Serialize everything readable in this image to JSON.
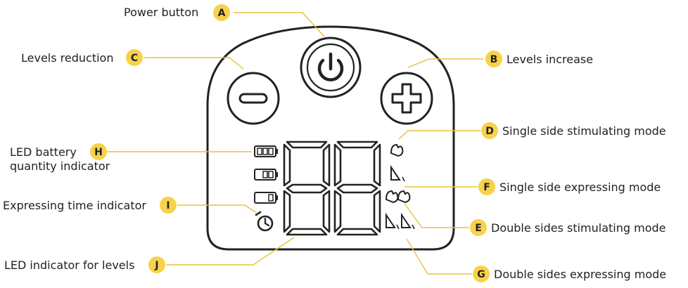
{
  "callouts": {
    "A": {
      "letter": "A",
      "label": "Power button"
    },
    "B": {
      "letter": "B",
      "label": "Levels increase"
    },
    "C": {
      "letter": "C",
      "label": "Levels reduction"
    },
    "D": {
      "letter": "D",
      "label": "Single side stimulating mode"
    },
    "E": {
      "letter": "E",
      "label": "Double sides stimulating mode"
    },
    "F": {
      "letter": "F",
      "label": "Single side expressing mode"
    },
    "G": {
      "letter": "G",
      "label": "Double sides expressing mode"
    },
    "H": {
      "letter": "H",
      "label_line1": "LED battery",
      "label_line2": "quantity indicator"
    },
    "I": {
      "letter": "I",
      "label": "Expressing time indicator"
    },
    "J": {
      "letter": "J",
      "label": "LED indicator for levels"
    }
  },
  "colors": {
    "badge": "#f7d24a",
    "leader": "#e9c23d",
    "outline": "#222222"
  },
  "icons": {
    "power": "power-icon",
    "minus": "minus-icon",
    "plus": "plus-icon",
    "battery": "battery-icon",
    "timer": "timer-icon",
    "stimulate": "stimulate-icon",
    "express": "express-icon"
  }
}
